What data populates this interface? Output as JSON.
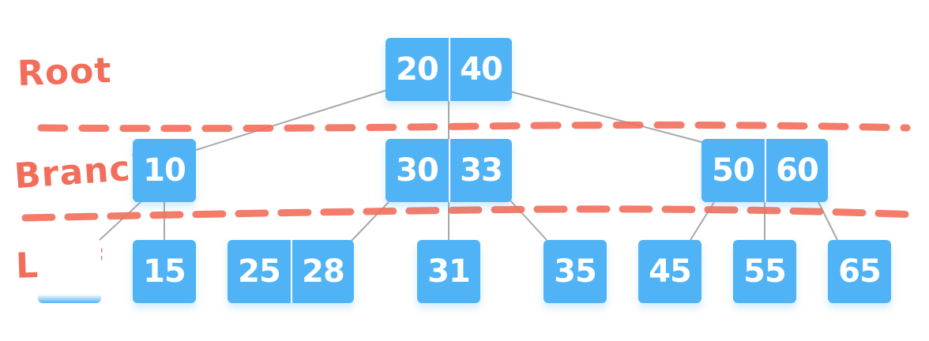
{
  "labels": {
    "root": "Root",
    "branch": "Branch",
    "leaf": "Leaf"
  },
  "nodes": [
    {
      "id": "root",
      "level": "root",
      "keys": [
        "20",
        "40"
      ]
    },
    {
      "id": "b1",
      "level": "branch",
      "keys": [
        "10"
      ]
    },
    {
      "id": "b2",
      "level": "branch",
      "keys": [
        "30",
        "33"
      ]
    },
    {
      "id": "b3",
      "level": "branch",
      "keys": [
        "50",
        "60"
      ]
    },
    {
      "id": "l1",
      "level": "leaf",
      "keys": [
        "15"
      ]
    },
    {
      "id": "l2",
      "level": "leaf",
      "keys": [
        "25",
        "28"
      ]
    },
    {
      "id": "l3",
      "level": "leaf",
      "keys": [
        "31"
      ]
    },
    {
      "id": "l4",
      "level": "leaf",
      "keys": [
        "35"
      ]
    },
    {
      "id": "l5",
      "level": "leaf",
      "keys": [
        "45"
      ]
    },
    {
      "id": "l6",
      "level": "leaf",
      "keys": [
        "55"
      ]
    },
    {
      "id": "l7",
      "level": "leaf",
      "keys": [
        "65"
      ]
    }
  ],
  "edges": [
    {
      "from": "root",
      "to": "b1"
    },
    {
      "from": "root",
      "to": "b2"
    },
    {
      "from": "root",
      "to": "b3"
    },
    {
      "from": "b1",
      "to": "leaf0"
    },
    {
      "from": "b1",
      "to": "l1"
    },
    {
      "from": "b2",
      "to": "l2"
    },
    {
      "from": "b2",
      "to": "l3"
    },
    {
      "from": "b2",
      "to": "l4"
    },
    {
      "from": "b3",
      "to": "l5"
    },
    {
      "from": "b3",
      "to": "l6"
    },
    {
      "from": "b3",
      "to": "l7"
    }
  ],
  "colors": {
    "node": "#4fb3f6",
    "divider": "#f36e5a",
    "edge": "#a8a8a8",
    "label": "#f36e5a"
  }
}
